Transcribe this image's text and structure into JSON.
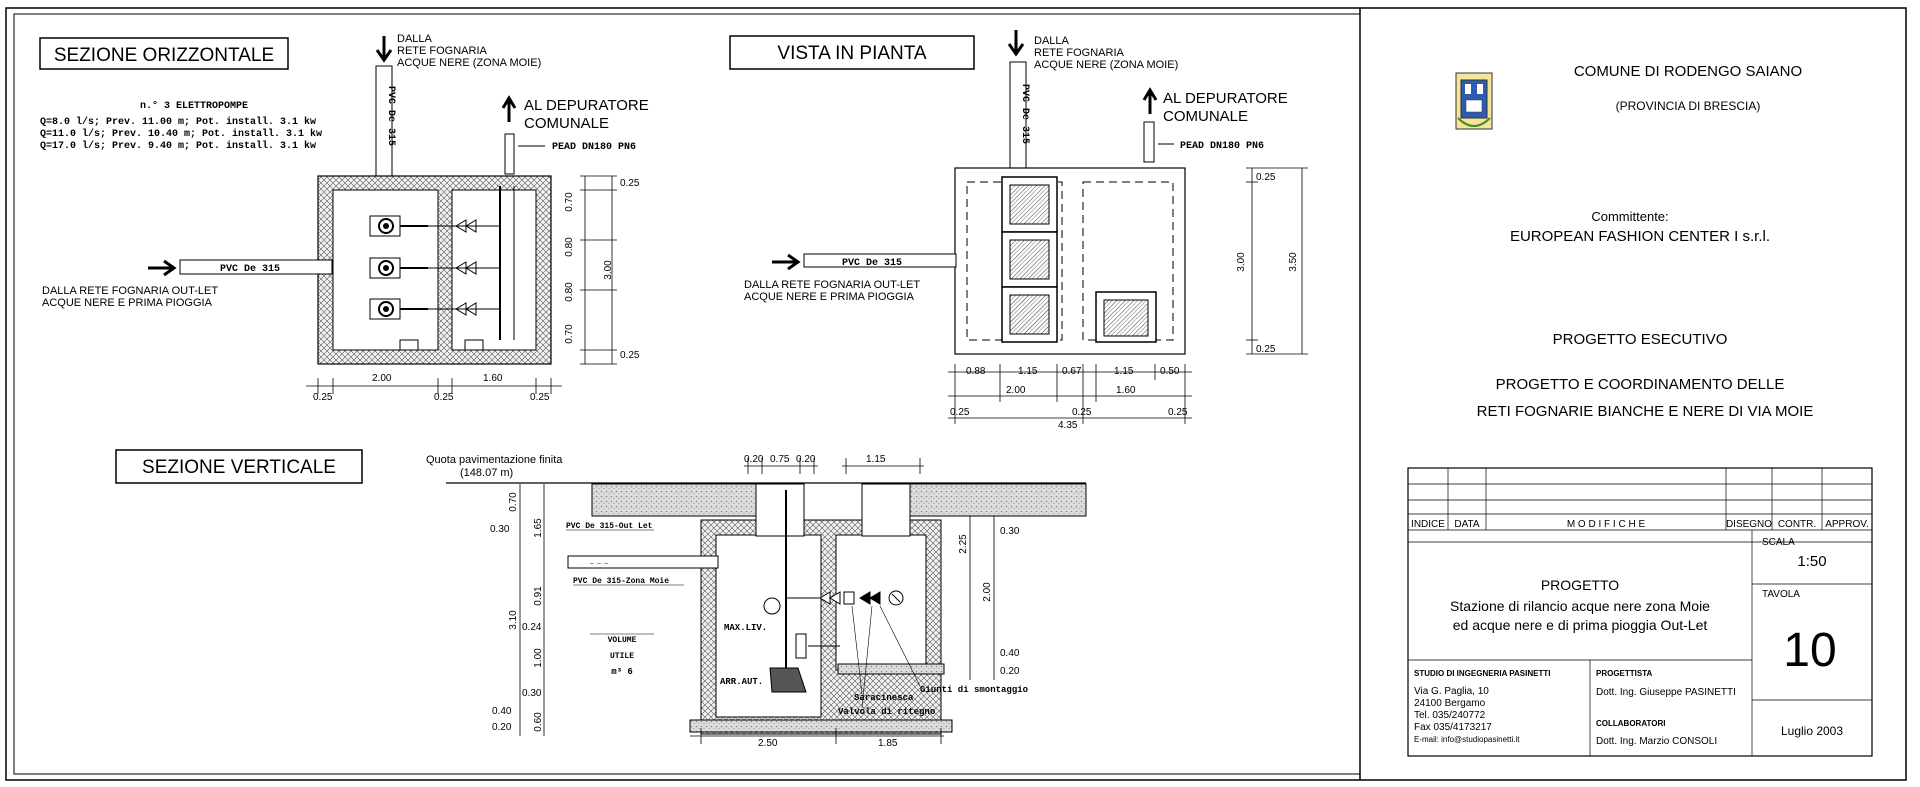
{
  "views": {
    "plan_section": {
      "title": "SEZIONE ORIZZONTALE",
      "inlet_top": [
        "DALLA",
        "RETE FOGNARIA",
        "ACQUE NERE (ZONA MOIE)"
      ],
      "pipe_vertical": "PVC De 315",
      "pipe_horizontal": "PVC De 315",
      "outlet": [
        "AL DEPURATORE",
        "COMUNALE"
      ],
      "outlet_pipe": "PEAD DN180 PN6",
      "inlet_left": [
        "DALLA RETE FOGNARIA OUT-LET",
        "ACQUE NERE E PRIMA PIOGGIA"
      ],
      "pumps_title": "n.° 3 ELETTROPOMPE",
      "pumps": [
        "Q=8.0 l/s;  Prev. 11.00  m;  Pot. install. 3.1 kw",
        "Q=11.0 l/s;  Prev. 10.40  m;  Pot. install. 3.1 kw",
        "Q=17.0 l/s;  Prev. 9.40  m;  Pot. install. 3.1 kw"
      ],
      "dims_right": [
        "0.25",
        "0.70",
        "0.80",
        "0.80",
        "0.70",
        "0.25"
      ],
      "dim_total_right": "3.00",
      "dims_bottom": [
        "0.25",
        "2.00",
        "0.25",
        "1.60",
        "0.25"
      ]
    },
    "top_view": {
      "title": "VISTA IN PIANTA",
      "inlet_top": [
        "DALLA",
        "RETE FOGNARIA",
        "ACQUE NERE (ZONA MOIE)"
      ],
      "pipe_vertical": "PVC De 315",
      "pipe_horizontal": "PVC De 315",
      "outlet": [
        "AL DEPURATORE",
        "COMUNALE"
      ],
      "outlet_pipe": "PEAD DN180 PN6",
      "inlet_left": [
        "DALLA RETE FOGNARIA OUT-LET",
        "ACQUE NERE E PRIMA PIOGGIA"
      ],
      "dims_right_inner": [
        "0.25",
        "3.00",
        "0.25"
      ],
      "dim_total_right": "3.50",
      "dims_bottom_row1": [
        "0.88",
        "1.15",
        "0.67",
        "1.15",
        "0.50"
      ],
      "dims_bottom_row2": [
        "2.00",
        "1.60"
      ],
      "dims_bottom_row3": [
        "0.25",
        "0.25",
        "0.25"
      ],
      "dim_total_bottom": "4.35"
    },
    "vertical_section": {
      "title": "SEZIONE VERTICALE",
      "floor_level": [
        "Quota pavimentazione finita",
        "(148.07 m)"
      ],
      "dims_top": [
        "0.20",
        "0.75",
        "0.20",
        "1.15"
      ],
      "dims_left": [
        "0.70",
        "0.30",
        "1.65",
        "3.10",
        "0.91",
        "0.24",
        "1.00",
        "0.30",
        "0.40",
        "0.20",
        "0.60"
      ],
      "dims_right": [
        "0.30",
        "2.25",
        "2.00",
        "0.40",
        "0.20"
      ],
      "dims_bottom": [
        "2.50",
        "1.85"
      ],
      "pipe_outlet_label": "PVC De 315-Out Let",
      "pipe_moie_label": "PVC De 315-Zona Moie",
      "volume_label": [
        "VOLUME",
        "UTILE",
        "m³ 6"
      ],
      "max_level": "MAX.LIV.",
      "pump_stop": "ARR.AUT.",
      "saracinesca": "Saracinesca",
      "valvola": "Valvola di ritegno",
      "giunti": "Giunti di smontaggio"
    }
  },
  "title_block": {
    "municipality": "COMUNE DI RODENGO SAIANO",
    "province": "(PROVINCIA DI BRESCIA)",
    "client_label": "Committente:",
    "client": "EUROPEAN FASHION CENTER I s.r.l.",
    "phase": "PROGETTO ESECUTIVO",
    "project_line1": "PROGETTO E COORDINAMENTO DELLE",
    "project_line2": "RETI FOGNARIE BIANCHE E NERE DI VIA MOIE",
    "revision_headers": [
      "INDICE",
      "DATA",
      "M O D I F I C H E",
      "DISEGNO",
      "CONTR.",
      "APPROV."
    ],
    "progetto_label": "PROGETTO",
    "progetto_desc": [
      "Stazione di rilancio acque nere zona Moie",
      "ed acque nere e di prima pioggia Out-Let"
    ],
    "scale_label": "SCALA",
    "scale": "1:50",
    "sheet_label": "TAVOLA",
    "sheet_number": "10",
    "studio": [
      "STUDIO DI INGEGNERIA PASINETTI",
      "Via G. Paglia, 10",
      "24100  Bergamo",
      "Tel. 035/240772",
      "Fax 035/4173217",
      "E-mail: info@studiopasinetti.it"
    ],
    "designer_label": "PROGETTISTA",
    "designer": "Dott. Ing. Giuseppe PASINETTI",
    "collab_label": "COLLABORATORI",
    "collab": "Dott. Ing. Marzio CONSOLI",
    "date": "Luglio 2003"
  }
}
